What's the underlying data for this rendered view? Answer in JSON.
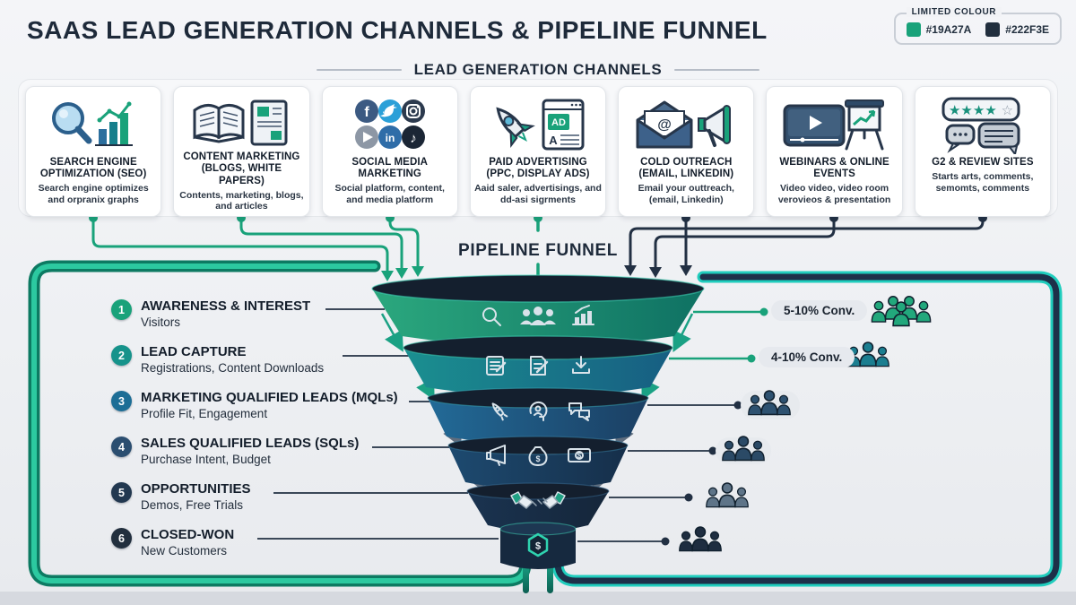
{
  "page": {
    "title": "SAAS LEAD GENERATION CHANNELS & PIPELINE FUNNEL"
  },
  "legend": {
    "label": "LIMITED COLOUR",
    "items": [
      {
        "hex": "#19A27A",
        "name": "teal"
      },
      {
        "hex": "#222F3E",
        "name": "navy"
      }
    ]
  },
  "sections": {
    "channels": "LEAD GENERATION CHANNELS",
    "funnel": "PIPELINE FUNNEL"
  },
  "channels": [
    {
      "title": "SEARCH ENGINE OPTIMIZATION (SEO)",
      "subtitle": "Search engine optimizes and orpranix graphs",
      "icons": [
        "magnifier-icon",
        "bar-chart-icon"
      ]
    },
    {
      "title": "CONTENT MARKETING (BLOGS, WHITE PAPERS)",
      "subtitle": "Contents, marketing, blogs, and articles",
      "icons": [
        "open-book-icon",
        "document-icon"
      ]
    },
    {
      "title": "SOCIAL MEDIA MARKETING",
      "subtitle": "Social platform, content, and media platform",
      "icons": [
        "facebook-icon",
        "twitter-icon",
        "instagram-icon",
        "youtube-icon",
        "linkedin-icon",
        "tiktok-icon"
      ],
      "glyphs": {
        "facebook": "f",
        "linkedin": "in",
        "tiktok": "♪"
      }
    },
    {
      "title": "PAID ADVERTISING (PPC, DISPLAY ADS)",
      "subtitle": "Aaid saler, advertisings, and dd-asi sigrments",
      "icons": [
        "rocket-icon",
        "ad-browser-icon"
      ],
      "glyphs": {
        "ad": "AD",
        "letter_a": "A"
      }
    },
    {
      "title": "COLD OUTREACH (EMAIL, LINKEDIN)",
      "subtitle": "Email your outtreach, (email, Linkedin)",
      "icons": [
        "email-icon",
        "megaphone-icon"
      ],
      "glyphs": {
        "at": "@"
      }
    },
    {
      "title": "WEBINARS & ONLINE EVENTS",
      "subtitle": "Video video, video room verovieos & presentation",
      "icons": [
        "video-player-icon",
        "presentation-icon"
      ]
    },
    {
      "title": "G2 & REVIEW SITES",
      "subtitle": "Starts arts, comments, semomts, comments",
      "icons": [
        "star-rating-icon",
        "review-bubbles-icon"
      ],
      "glyphs": {
        "stars_filled": "★★★★",
        "star_empty": "☆"
      }
    }
  ],
  "stages": [
    {
      "number": "1",
      "title": "AWARENESS & INTEREST",
      "subtitle": "Visitors",
      "conversion": "5-10% Conv.",
      "people_count": 4,
      "tier_icons": [
        "magnifier-icon",
        "audience-icon",
        "growth-chart-icon"
      ]
    },
    {
      "number": "2",
      "title": "LEAD CAPTURE",
      "subtitle": "Registrations, Content Downloads",
      "conversion": "4-10% Conv.",
      "people_count": 3,
      "tier_icons": [
        "form-icon",
        "signup-doc-icon",
        "download-icon"
      ]
    },
    {
      "number": "3",
      "title": "MARKETING QUALIFIED LEADS (MQLs)",
      "subtitle": "Profile Fit, Engagement",
      "people_count": 3,
      "tier_icons": [
        "rocket-icon",
        "engagement-cycle-icon",
        "chat-icon"
      ]
    },
    {
      "number": "4",
      "title": "SALES QUALIFIED LEADS (SQLs)",
      "subtitle": "Purchase Intent, Budget",
      "people_count": 3,
      "tier_icons": [
        "megaphone-icon",
        "money-bag-icon",
        "banknote-icon"
      ]
    },
    {
      "number": "5",
      "title": "OPPORTUNITIES",
      "subtitle": "Demos, Free Trials",
      "people_count": 3,
      "tier_icons": [
        "handshake-icon"
      ]
    },
    {
      "number": "6",
      "title": "CLOSED-WON",
      "subtitle": "New Customers",
      "people_count": 3,
      "tier_icons": [
        "dollar-hexagon-icon"
      ]
    }
  ],
  "funnel": {
    "dollar": "$"
  },
  "colors": {
    "accent_teal": "#19A27A",
    "dark_navy": "#222F3E"
  }
}
